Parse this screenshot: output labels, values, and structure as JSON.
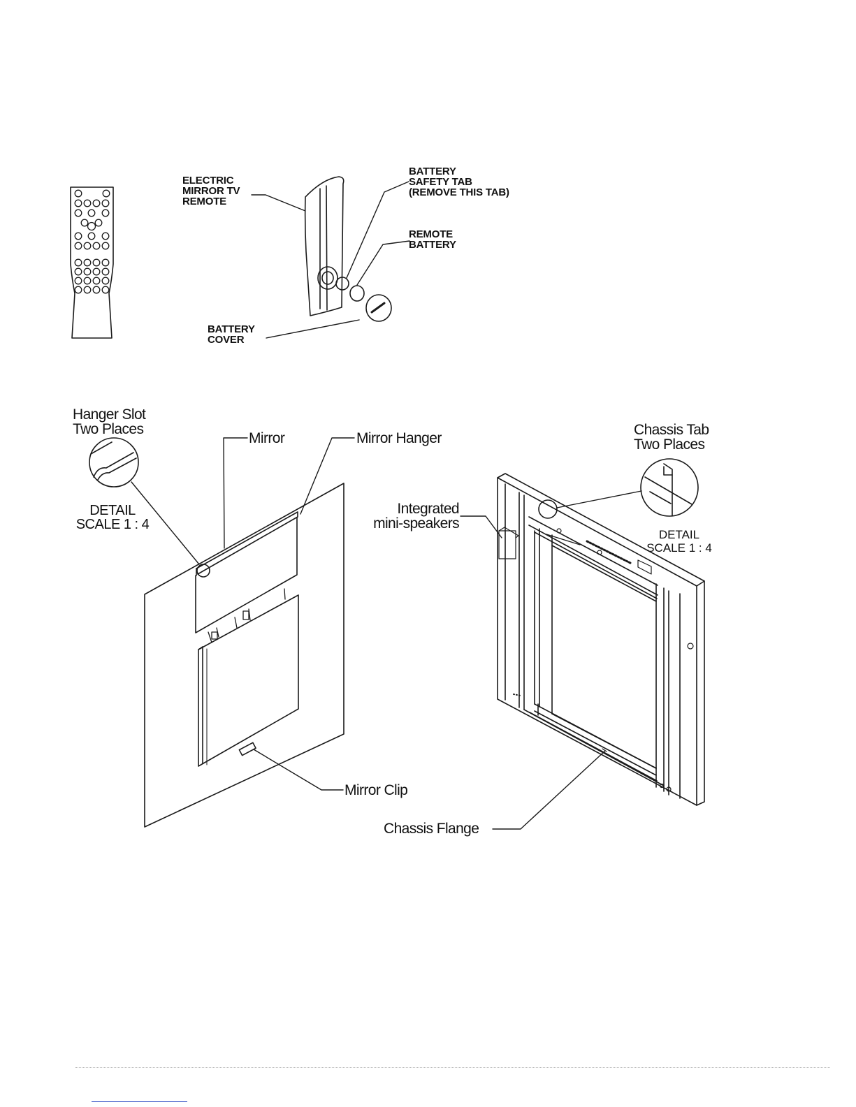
{
  "remote_section": {
    "remote_label": [
      "ELECTRIC",
      "MIRROR TV",
      "REMOTE"
    ],
    "safety_tab_label": [
      "BATTERY",
      "SAFETY TAB",
      "(REMOVE THIS TAB)"
    ],
    "battery_label": [
      "REMOTE",
      "BATTERY"
    ],
    "cover_label": [
      "BATTERY",
      "COVER"
    ]
  },
  "mirror_section": {
    "hanger_slot_label": [
      "Hanger Slot",
      "Two Places"
    ],
    "detail_label": [
      "DETAIL",
      "SCALE 1 : 4"
    ],
    "mirror_label": "Mirror",
    "mirror_hanger_label": "Mirror Hanger",
    "mirror_clip_label": "Mirror Clip"
  },
  "chassis_section": {
    "chassis_tab_label": [
      "Chassis Tab",
      "Two Places"
    ],
    "speakers_label": [
      "Integrated",
      "mini-speakers"
    ],
    "detail_label": [
      "DETAIL",
      "SCALE 1 : 4"
    ],
    "chassis_flange_label": "Chassis Flange"
  },
  "colors": {
    "line": "#1a1a1a",
    "footer_link": "#1f3fbf",
    "footer_rule": "#b8b8b8"
  }
}
